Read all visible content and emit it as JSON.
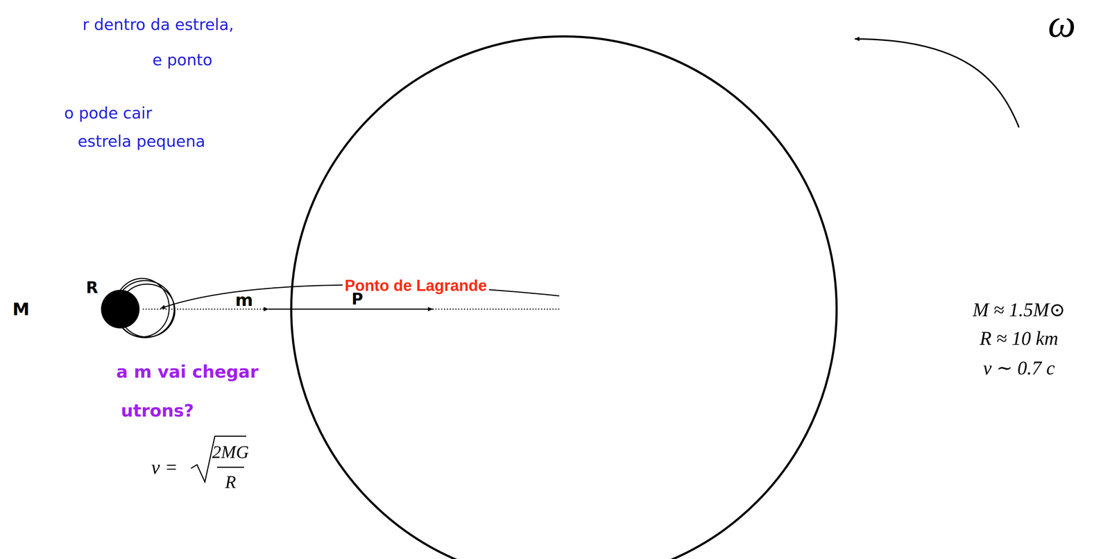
{
  "diagram": {
    "labels": [
      "r dentro da estrela,",
      "e ponto",
      "o pode cair",
      "estrela pequena",
      "M",
      "R",
      "m",
      "Ponto de Lagrande",
      "P",
      "a m vai chegar",
      "utrons?",
      "v =",
      "2MG",
      "R",
      "ω",
      "M ≈ 1.5M⊙",
      "R ≈ 10 km",
      "v ∼ 0.7 c"
    ]
  }
}
